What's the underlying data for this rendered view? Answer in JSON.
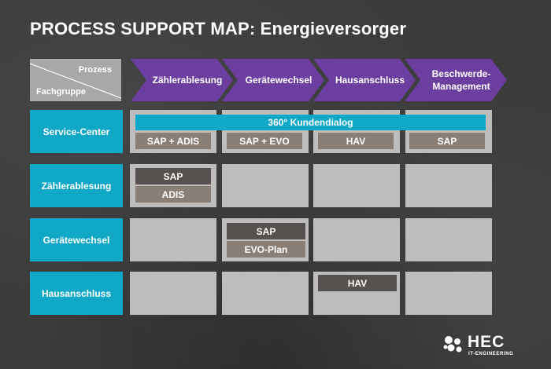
{
  "title": "PROCESS SUPPORT MAP: Energieversorger",
  "corner": {
    "top_label": "Prozess",
    "bottom_label": "Fachgruppe"
  },
  "processes": [
    "Zählerablesung",
    "Gerätewechsel",
    "Hausanschluss",
    "Beschwerde-\nManagement"
  ],
  "rows": [
    "Service-Center",
    "Zählerablesung",
    "Gerätewechsel",
    "Hausanschluss"
  ],
  "banner": "360° Kundendialog",
  "systems": {
    "service_center": [
      "SAP + ADIS",
      "SAP + EVO",
      "HAV",
      "SAP"
    ],
    "zaehler": [
      "SAP",
      "ADIS"
    ],
    "geraete": [
      "SAP",
      "EVO-Plan"
    ],
    "hausanschluss": [
      "HAV"
    ]
  },
  "logo": {
    "name": "HEC",
    "tagline": "IT-ENGINEERING"
  },
  "colors": {
    "background": "#3b3b3b",
    "process_chevron": "#6b3ea0",
    "row_header": "#11a7c7",
    "cell": "#bdbdbd",
    "system_light": "#8a7f77",
    "system_dark": "#56504e",
    "corner": "#a8a8a8"
  }
}
